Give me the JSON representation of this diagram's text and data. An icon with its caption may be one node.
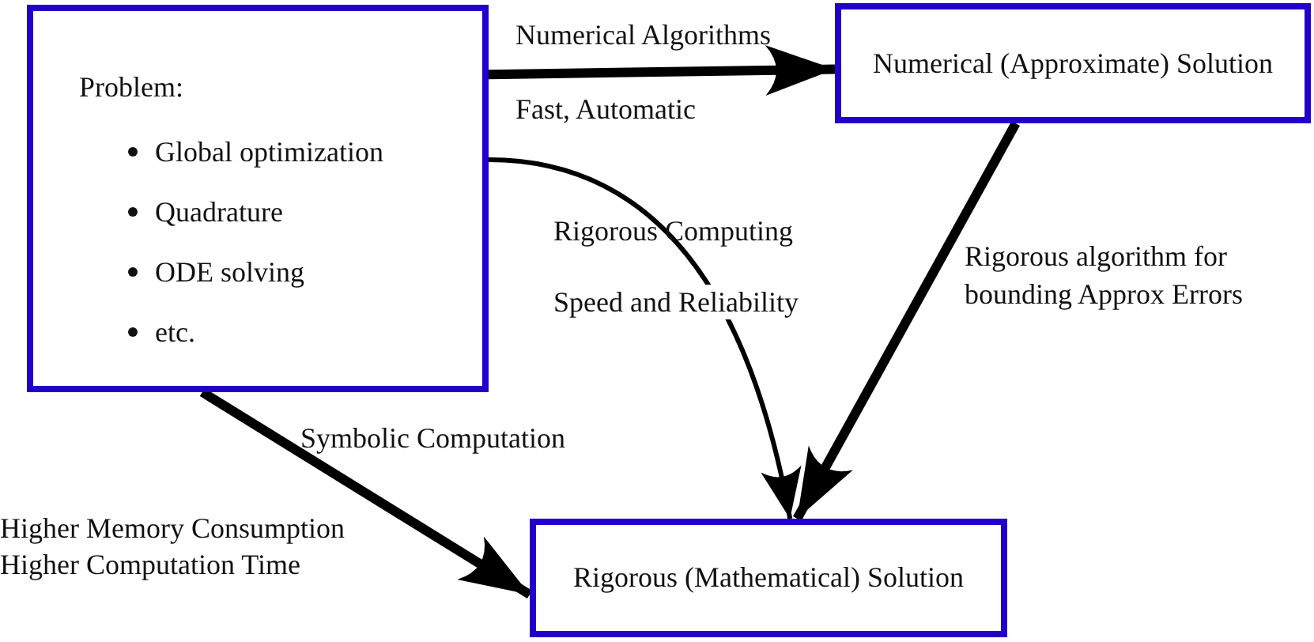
{
  "diagram": {
    "nodes": [
      {
        "text": [
          "Problem:",
          "Global optimization",
          "Quadrature",
          "ODE solving",
          "etc."
        ]
      },
      {
        "text": [
          "Numerical (Approximate) Solution"
        ]
      },
      {
        "text": [
          "Rigorous (Mathematical) Solution"
        ]
      }
    ],
    "edges": [
      {
        "from": 0,
        "to": 1,
        "arrow": "to",
        "label": "Numerical Algorithms"
      },
      {
        "from": 0,
        "to": 2,
        "arrow": "to",
        "label": "Rigorous Computing"
      },
      {
        "from": 1,
        "to": 2,
        "arrow": "to",
        "label": "Rigorous algorithm for bounding Approx Errors"
      },
      {
        "from": 0,
        "to": 2,
        "arrow": "to",
        "label": "Symbolic Computation"
      }
    ],
    "labels": [
      "Fast, Automatic",
      "Speed and Reliability",
      "Higher Memory Consumption",
      "Higher Computation Time"
    ]
  }
}
